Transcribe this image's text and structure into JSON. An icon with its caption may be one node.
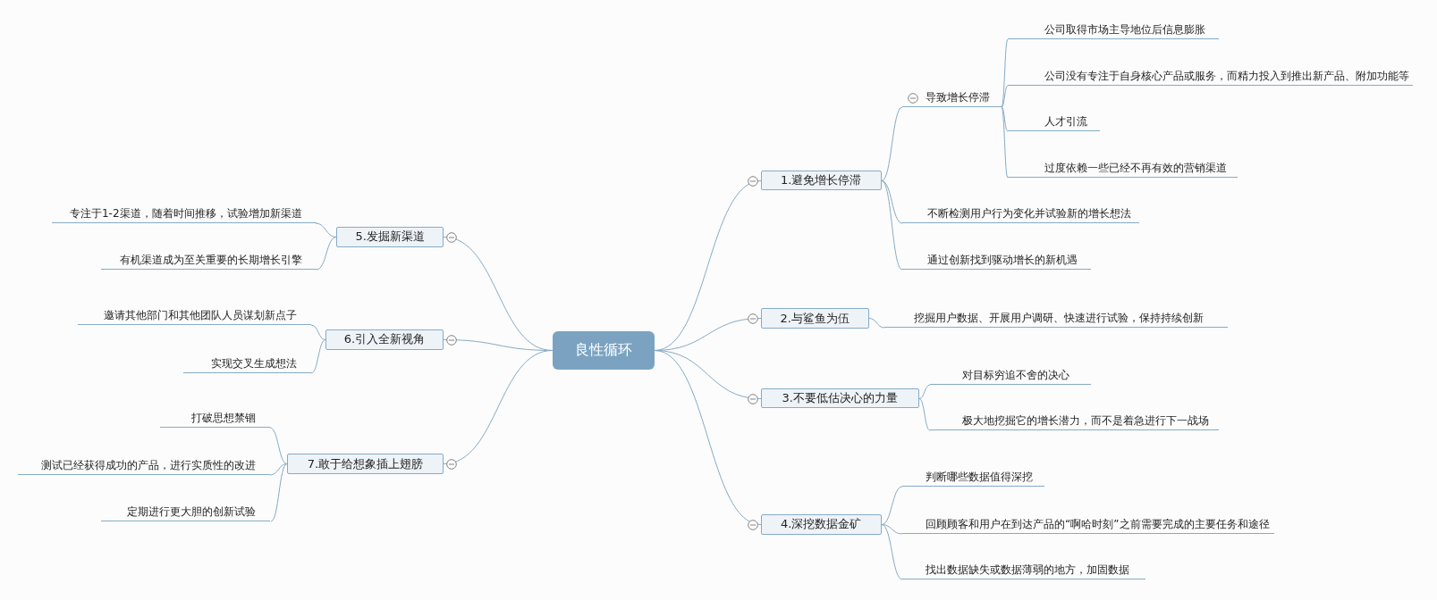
{
  "diagram": {
    "nodes": [
      {
        "text": [
          "良性循环"
        ]
      },
      {
        "text": [
          "1.避免增长停滞"
        ]
      },
      {
        "text": [
          "导致增长停滞"
        ]
      },
      {
        "text": [
          "公司取得市场主导地位后信息膨胀"
        ]
      },
      {
        "text": [
          "公司没有专注于自身核心产品或服务，而精力投入到推出新产品、附加功能等"
        ]
      },
      {
        "text": [
          "人才引流"
        ]
      },
      {
        "text": [
          "过度依赖一些已经不再有效的营销渠道"
        ]
      },
      {
        "text": [
          "不断检测用户行为变化并试验新的增长想法"
        ]
      },
      {
        "text": [
          "通过创新找到驱动增长的新机遇"
        ]
      },
      {
        "text": [
          "2.与鲨鱼为伍"
        ]
      },
      {
        "text": [
          "挖掘用户数据、开展用户调研、快速进行试验，保持持续创新"
        ]
      },
      {
        "text": [
          "3.不要低估决心的力量"
        ]
      },
      {
        "text": [
          "对目标穷追不舍的决心"
        ]
      },
      {
        "text": [
          "极大地挖掘它的增长潜力，而不是着急进行下一战场"
        ]
      },
      {
        "text": [
          "4.深挖数据金矿"
        ]
      },
      {
        "text": [
          "判断哪些数据值得深挖"
        ]
      },
      {
        "text": [
          "回顾顾客和用户在到达产品的“啊哈时刻”之前需要完成的主要任务和途径"
        ]
      },
      {
        "text": [
          "找出数据缺失或数据薄弱的地方，加固数据"
        ]
      },
      {
        "text": [
          "5.发掘新渠道"
        ]
      },
      {
        "text": [
          "专注于1-2渠道，随着时间推移，试验增加新渠道"
        ]
      },
      {
        "text": [
          "有机渠道成为至关重要的长期增长引擎"
        ]
      },
      {
        "text": [
          "6.引入全新视角"
        ]
      },
      {
        "text": [
          "邀请其他部门和其他团队人员谋划新点子"
        ]
      },
      {
        "text": [
          "实现交叉生成想法"
        ]
      },
      {
        "text": [
          "7.敢于给想象插上翅膀"
        ]
      },
      {
        "text": [
          "打破思想禁锢"
        ]
      },
      {
        "text": [
          "测试已经获得成功的产品，进行实质性的改进"
        ]
      },
      {
        "text": [
          "定期进行更大胆的创新试验"
        ]
      }
    ],
    "edges": [
      {
        "from": 0,
        "to": 1,
        "arrow": "none"
      },
      {
        "from": 1,
        "to": 2,
        "arrow": "none"
      },
      {
        "from": 2,
        "to": 3,
        "arrow": "none"
      },
      {
        "from": 2,
        "to": 4,
        "arrow": "none"
      },
      {
        "from": 2,
        "to": 5,
        "arrow": "none"
      },
      {
        "from": 2,
        "to": 6,
        "arrow": "none"
      },
      {
        "from": 1,
        "to": 7,
        "arrow": "none"
      },
      {
        "from": 1,
        "to": 8,
        "arrow": "none"
      },
      {
        "from": 0,
        "to": 9,
        "arrow": "none"
      },
      {
        "from": 9,
        "to": 10,
        "arrow": "none"
      },
      {
        "from": 0,
        "to": 11,
        "arrow": "none"
      },
      {
        "from": 11,
        "to": 12,
        "arrow": "none"
      },
      {
        "from": 11,
        "to": 13,
        "arrow": "none"
      },
      {
        "from": 0,
        "to": 14,
        "arrow": "none"
      },
      {
        "from": 14,
        "to": 15,
        "arrow": "none"
      },
      {
        "from": 14,
        "to": 16,
        "arrow": "none"
      },
      {
        "from": 14,
        "to": 17,
        "arrow": "none"
      },
      {
        "from": 0,
        "to": 18,
        "arrow": "none"
      },
      {
        "from": 18,
        "to": 19,
        "arrow": "none"
      },
      {
        "from": 18,
        "to": 20,
        "arrow": "none"
      },
      {
        "from": 0,
        "to": 21,
        "arrow": "none"
      },
      {
        "from": 21,
        "to": 22,
        "arrow": "none"
      },
      {
        "from": 21,
        "to": 23,
        "arrow": "none"
      },
      {
        "from": 0,
        "to": 24,
        "arrow": "none"
      },
      {
        "from": 24,
        "to": 25,
        "arrow": "none"
      },
      {
        "from": 24,
        "to": 26,
        "arrow": "none"
      },
      {
        "from": 24,
        "to": 27,
        "arrow": "none"
      }
    ]
  }
}
